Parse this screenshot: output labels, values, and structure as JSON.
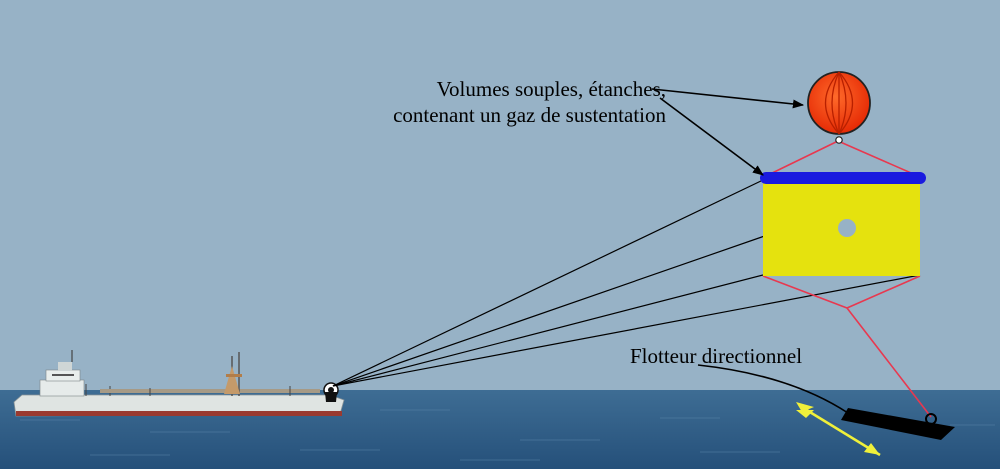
{
  "labels": {
    "volumes_line1": "Volumes souples, étanches,",
    "volumes_line2": "contenant un gaz de sustentation",
    "flotteur": "Flotteur directionnel"
  },
  "colors": {
    "sky": "#97b2c6",
    "sea": "#2f5c82",
    "balloon": "#ff3a10",
    "tube": "#1a1adf",
    "sail": "#e5e20e",
    "rigging": "#e8384f",
    "arrow": "#f0f03a",
    "ship": "#dfe4e2"
  }
}
